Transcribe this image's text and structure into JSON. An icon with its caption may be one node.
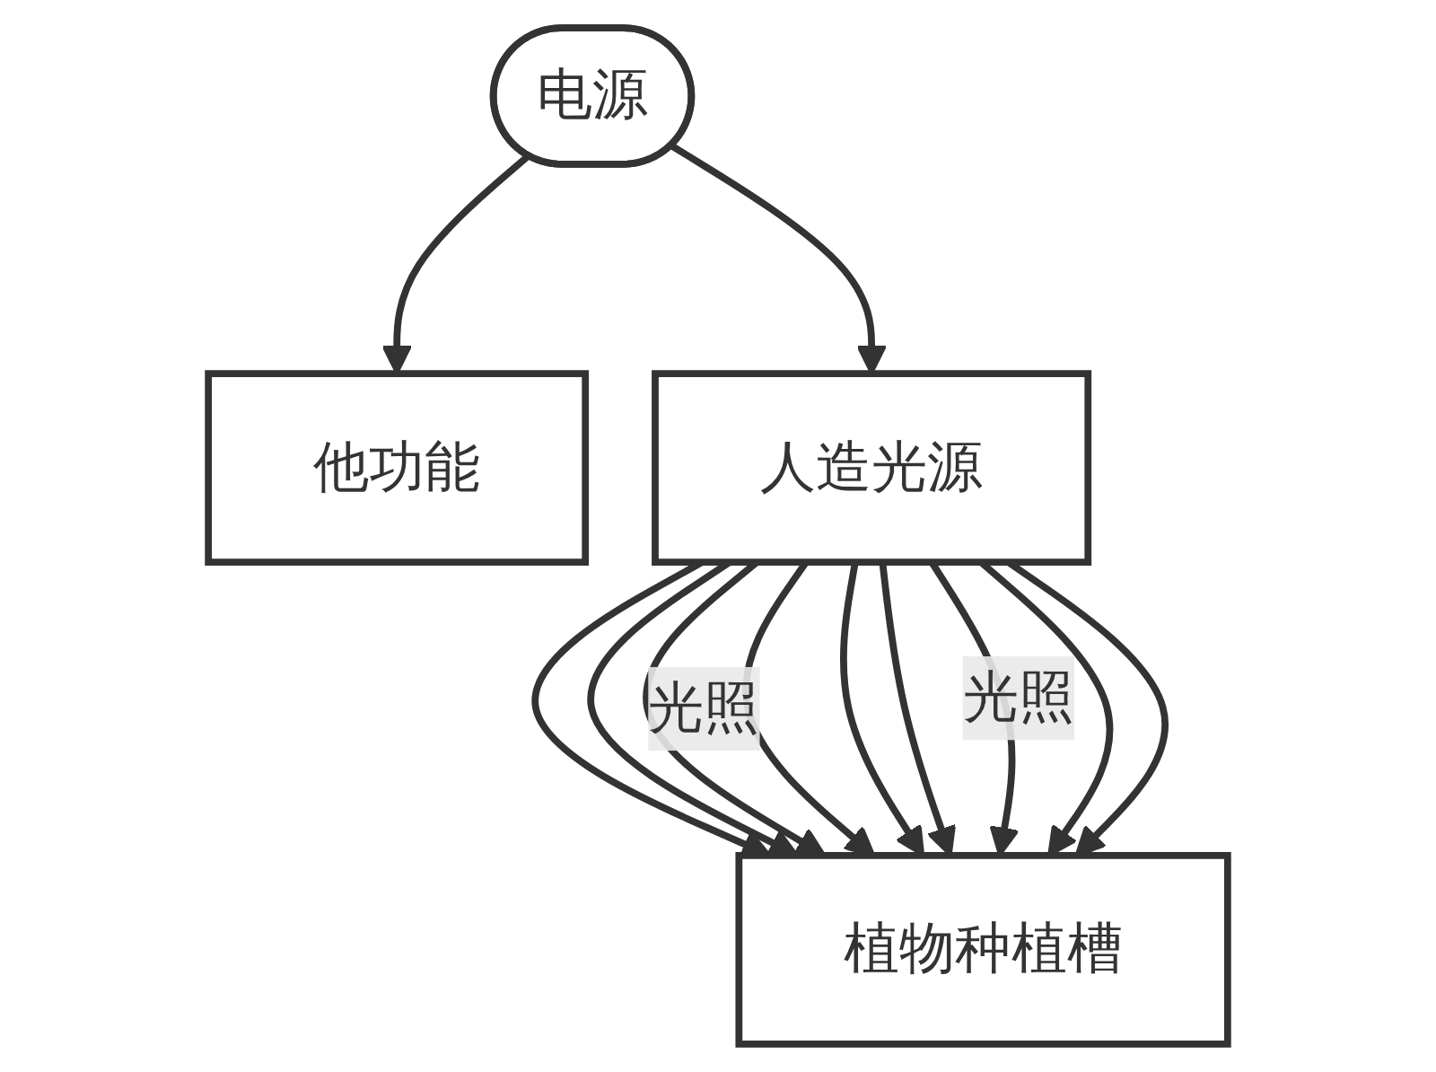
{
  "diagram": {
    "nodes": [
      {
        "text": [
          "电源"
        ]
      },
      {
        "text": [
          "他功能"
        ]
      },
      {
        "text": [
          "人造光源"
        ]
      },
      {
        "text": [
          "植物种植槽"
        ]
      }
    ],
    "edges": [
      {
        "from": 0,
        "to": 1,
        "arrow": "to"
      },
      {
        "from": 0,
        "to": 2,
        "arrow": "to"
      },
      {
        "from": 2,
        "to": 3,
        "arrow": "to"
      },
      {
        "from": 2,
        "to": 3,
        "arrow": "to"
      },
      {
        "from": 2,
        "to": 3,
        "arrow": "to"
      },
      {
        "from": 2,
        "to": 3,
        "arrow": "to",
        "label": "光照"
      },
      {
        "from": 2,
        "to": 3,
        "arrow": "to"
      },
      {
        "from": 2,
        "to": 3,
        "arrow": "to"
      },
      {
        "from": 2,
        "to": 3,
        "arrow": "to",
        "label": "光照"
      },
      {
        "from": 2,
        "to": 3,
        "arrow": "to"
      },
      {
        "from": 2,
        "to": 3,
        "arrow": "to"
      }
    ]
  }
}
